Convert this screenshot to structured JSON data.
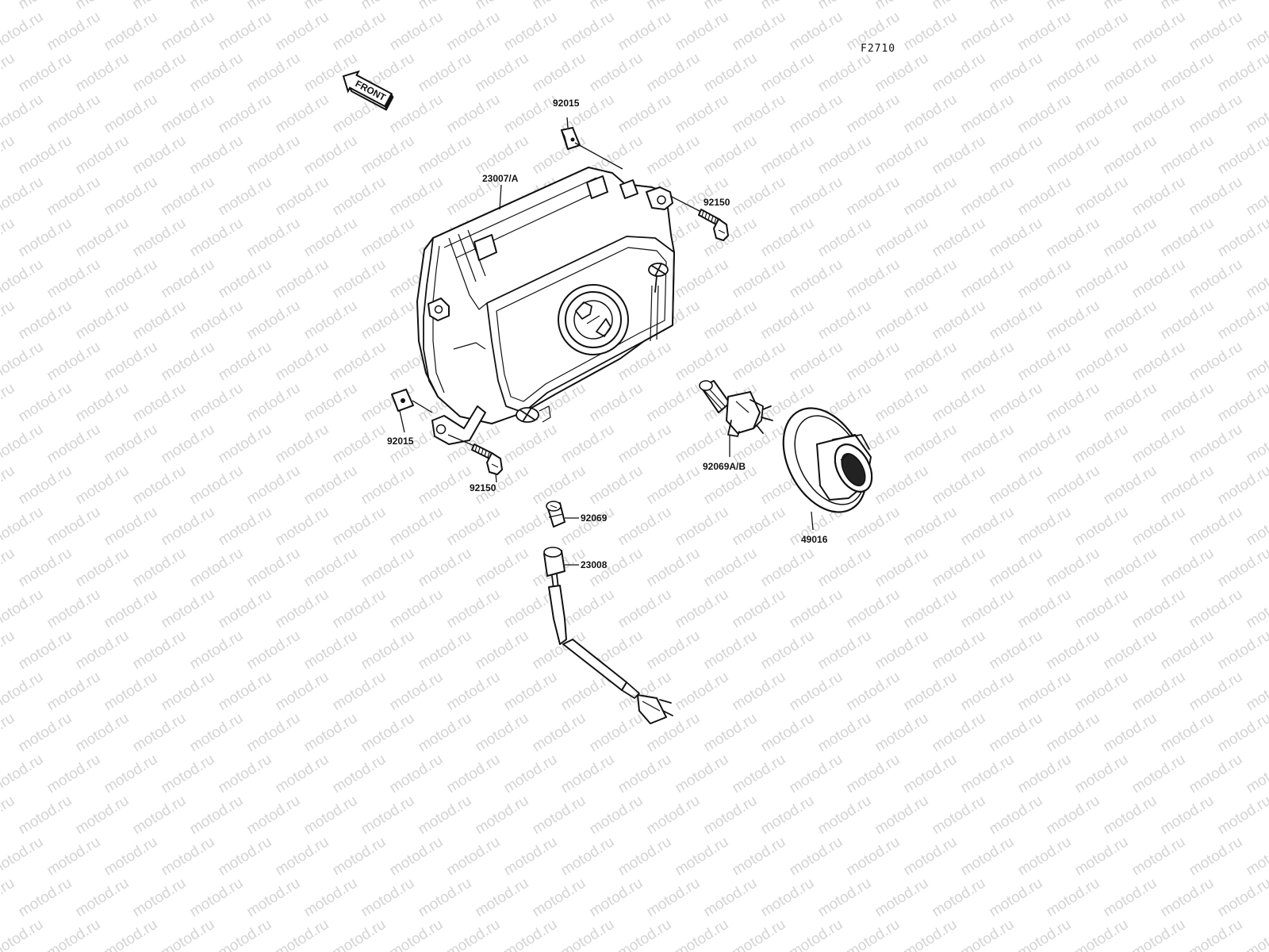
{
  "watermark": {
    "text": "motod.ru",
    "color": "#d4d4d4"
  },
  "figure_code": "F2710",
  "front_arrow": {
    "label": "FRONT",
    "icon": "front-direction-arrow-icon"
  },
  "parts": {
    "clip_top": {
      "number": "92015",
      "name": "clip"
    },
    "headlight_unit": {
      "number": "23007/A",
      "name": "headlight-unit"
    },
    "bolt_right": {
      "number": "92150",
      "name": "bolt"
    },
    "clip_left": {
      "number": "92015",
      "name": "clip"
    },
    "bolt_bottom": {
      "number": "92150",
      "name": "bolt"
    },
    "headlight_bulb": {
      "number": "92069A/B",
      "name": "headlight-bulb"
    },
    "bulb_cover": {
      "number": "49016",
      "name": "bulb-cover"
    },
    "position_bulb": {
      "number": "92069",
      "name": "position-bulb"
    },
    "socket_harness": {
      "number": "23008",
      "name": "socket-harness"
    }
  }
}
